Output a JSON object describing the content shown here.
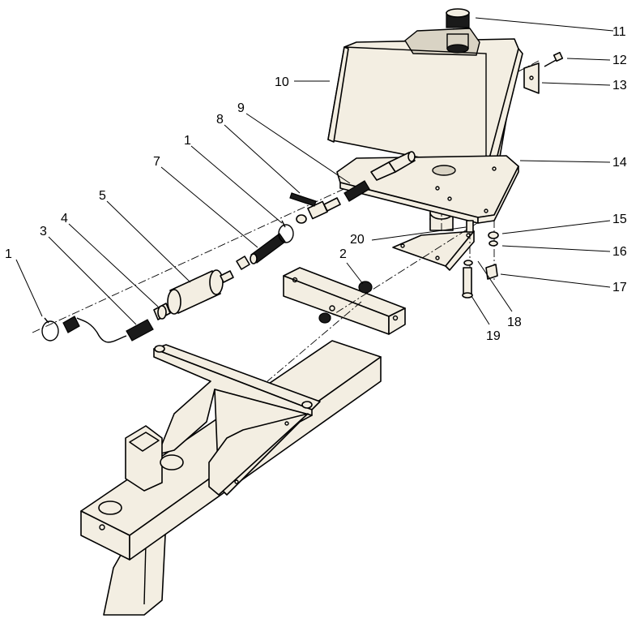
{
  "callouts": {
    "c1a": "1",
    "c2": "2",
    "c3": "3",
    "c4": "4",
    "c5": "5",
    "c7": "7",
    "c1b": "1",
    "c8": "8",
    "c9": "9",
    "c10": "10",
    "c11": "11",
    "c12": "12",
    "c13": "13",
    "c14": "14",
    "c15": "15",
    "c16": "16",
    "c17": "17",
    "c18": "18",
    "c19": "19",
    "c20": "20"
  }
}
